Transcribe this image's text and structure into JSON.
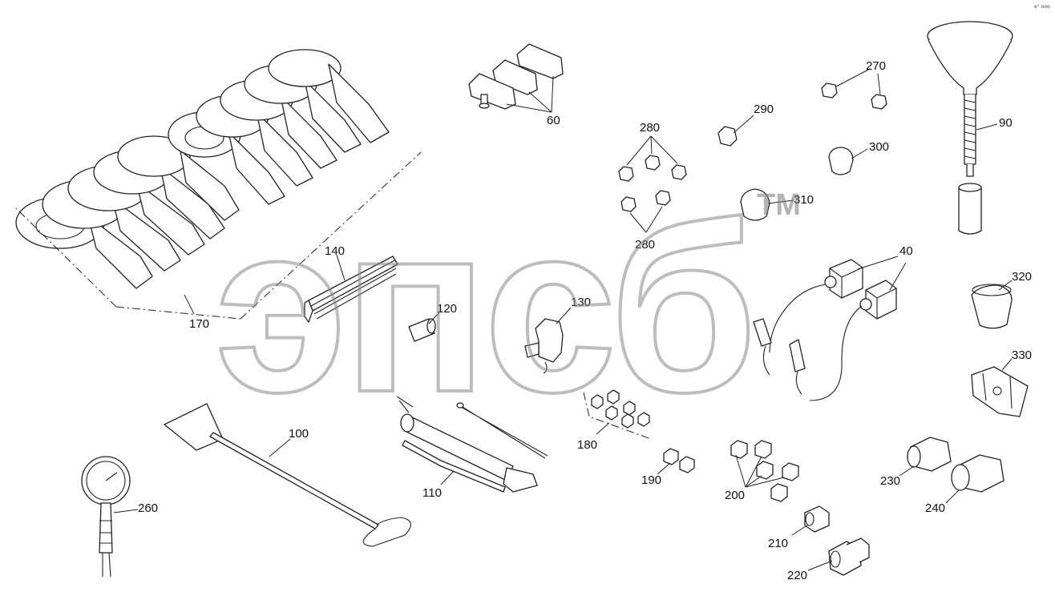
{
  "watermark": {
    "text": "эпсб",
    "tm": "TM",
    "color": "#b0b0b0"
  },
  "corner_code": "e° ooo",
  "callouts": {
    "c60": "60",
    "c90": "90",
    "c100": "100",
    "c110": "110",
    "c120": "120",
    "c130": "130",
    "c140": "140",
    "c170": "170",
    "c180": "180",
    "c190": "190",
    "c200": "200",
    "c210": "210",
    "c220": "220",
    "c230": "230",
    "c240": "240",
    "c260": "260",
    "c270": "270",
    "c280a": "280",
    "c280b": "280",
    "c290": "290",
    "c300": "300",
    "c310": "310",
    "c320": "320",
    "c330": "330",
    "c40": "40"
  },
  "icons": [
    "strap-icon",
    "wedge-block-icon",
    "funnel-icon",
    "grease-gun-icon",
    "pressure-gauge-icon",
    "sensor-icon",
    "fitting-icon",
    "plug-icon",
    "sleeve-icon",
    "ruler-icon",
    "scraper-icon"
  ]
}
